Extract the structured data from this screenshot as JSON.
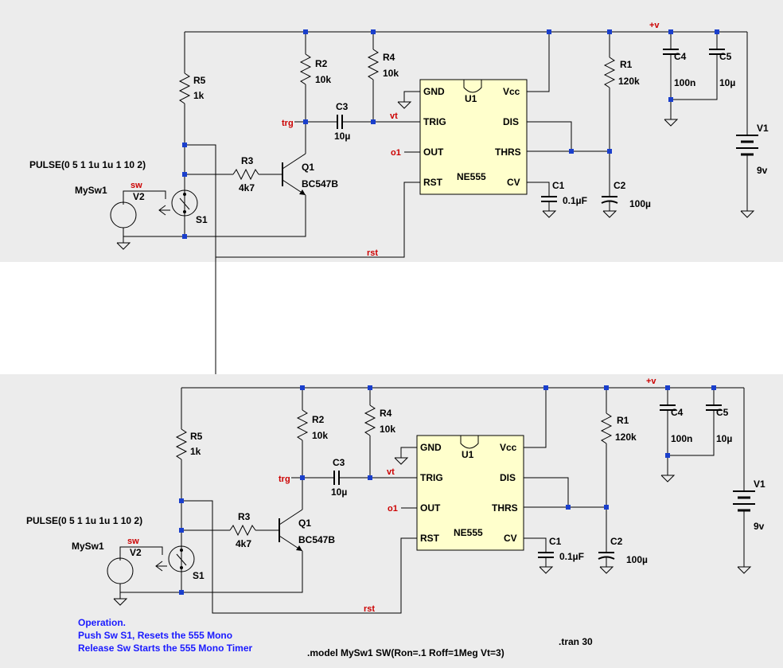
{
  "top": {
    "labels": {
      "R5": "R5",
      "R5v": "1k",
      "R2": "R2",
      "R2v": "10k",
      "R4": "R4",
      "R4v": "10k",
      "R3": "R3",
      "R3v": "4k7",
      "Q1": "Q1",
      "Q1v": "BC547B",
      "C3": "C3",
      "C3v": "10µ",
      "R1": "R1",
      "R1v": "120k",
      "C4": "C4",
      "C4v": "100n",
      "C5": "C5",
      "C5v": "10µ",
      "V1": "V1",
      "V1v": "9v",
      "C1": "C1",
      "C1v": "0.1µF",
      "C2": "C2",
      "C2v": "100µ",
      "U1": "U1",
      "U1v": "NE555",
      "V2": "V2",
      "S1": "S1",
      "pulse": "PULSE(0 5 1 1u 1u 1 10 2)",
      "mysw": "MySw1"
    },
    "nets": {
      "trg": "trg",
      "vt": "vt",
      "o1": "o1",
      "rst": "rst",
      "sw": "sw",
      "pv": "+v"
    },
    "pins": {
      "gnd": "GND",
      "vcc": "Vcc",
      "trig": "TRIG",
      "dis": "DIS",
      "out": "OUT",
      "thrs": "THRS",
      "rst": "RST",
      "cv": "CV"
    }
  },
  "bottom": {
    "labels": {
      "R5": "R5",
      "R5v": "1k",
      "R2": "R2",
      "R2v": "10k",
      "R4": "R4",
      "R4v": "10k",
      "R3": "R3",
      "R3v": "4k7",
      "Q1": "Q1",
      "Q1v": "BC547B",
      "C3": "C3",
      "C3v": "10µ",
      "R1": "R1",
      "R1v": "120k",
      "C4": "C4",
      "C4v": "100n",
      "C5": "C5",
      "C5v": "10µ",
      "V1": "V1",
      "V1v": "9v",
      "C1": "C1",
      "C1v": "0.1µF",
      "C2": "C2",
      "C2v": "100µ",
      "U1": "U1",
      "U1v": "NE555",
      "V2": "V2",
      "S1": "S1",
      "pulse": "PULSE(0 5 1 1u 1u 1 10 2)",
      "mysw": "MySw1"
    },
    "nets": {
      "trg": "trg",
      "vt": "vt",
      "o1": "o1",
      "rst": "rst",
      "sw": "sw",
      "pv": "+v"
    },
    "pins": {
      "gnd": "GND",
      "vcc": "Vcc",
      "trig": "TRIG",
      "dis": "DIS",
      "out": "OUT",
      "thrs": "THRS",
      "rst": "RST",
      "cv": "CV"
    }
  },
  "notes": {
    "op1": "Operation.",
    "op2": "Push Sw S1, Resets the 555 Mono",
    "op3": "Release Sw Starts the 555 Mono Timer",
    "model": ".model MySw1  SW(Ron=.1 Roff=1Meg Vt=3)",
    "tran": ".tran 30"
  },
  "colors": {
    "panel": "#ececec",
    "ic_fill": "#ffffcc",
    "net_label": "#cc0000",
    "junction": "#1a3fcc",
    "note": "#1a1aff"
  }
}
